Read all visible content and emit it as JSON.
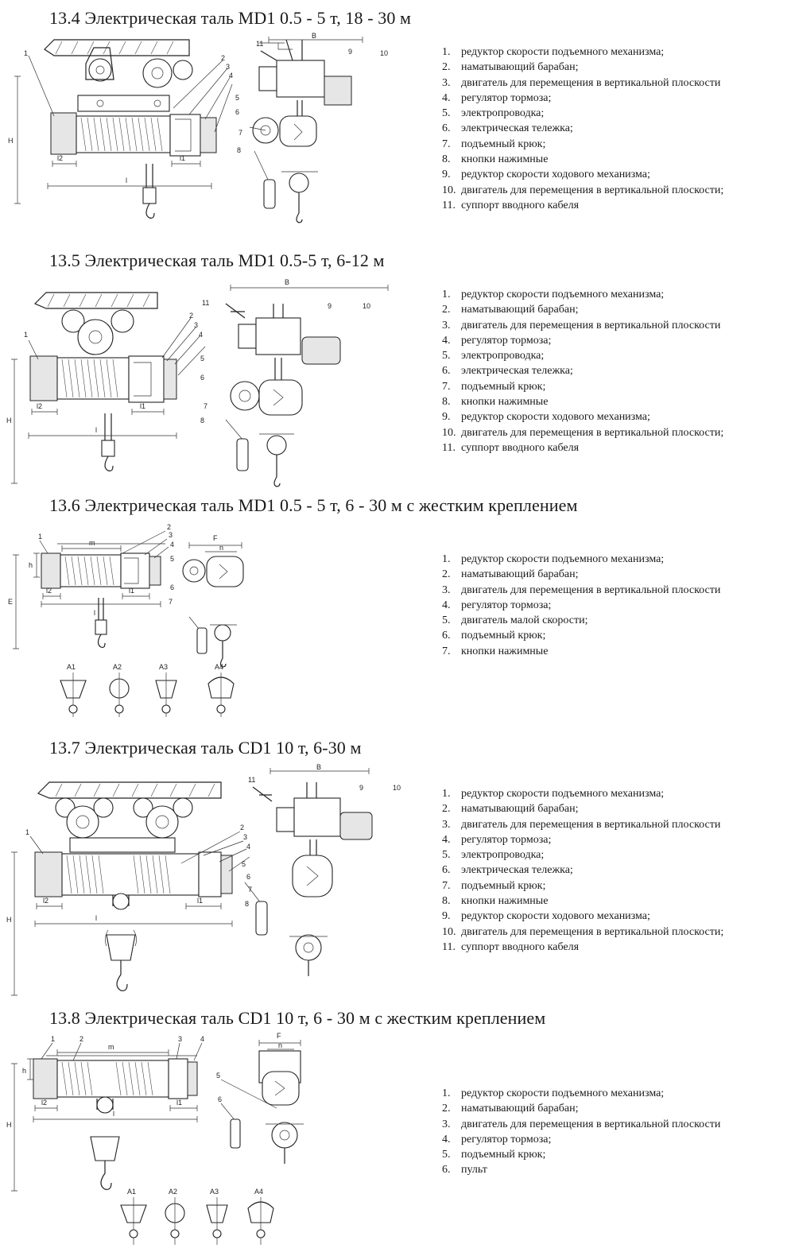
{
  "sections": [
    {
      "heading": "13.4 Электрическая таль MD1 0.5 - 5 т, 18 - 30 м",
      "legend": [
        {
          "n": "1.",
          "text": "редуктор скорости подъемного механизма;"
        },
        {
          "n": "2.",
          "text": "наматывающий барабан;"
        },
        {
          "n": "3.",
          "text": "двигатель для перемещения в вертикальной плоскости"
        },
        {
          "n": "4.",
          "text": "регулятор тормоза;"
        },
        {
          "n": "5.",
          "text": "электропроводка;"
        },
        {
          "n": "6.",
          "text": "электрическая тележка;"
        },
        {
          "n": "7.",
          "text": "подъемный крюк;"
        },
        {
          "n": "8.",
          "text": "кнопки нажимные"
        },
        {
          "n": "9.",
          "text": "редуктор скорости ходового механизма;"
        },
        {
          "n": "10.",
          "text": "двигатель для перемещения в вертикальной плоскости;"
        },
        {
          "n": "11.",
          "text": "суппорт вводного кабеля"
        }
      ],
      "labels": {
        "numbers": [
          "1",
          "2",
          "3",
          "4",
          "5",
          "6",
          "7",
          "8",
          "9",
          "10",
          "11"
        ],
        "dims": [
          "H",
          "l",
          "l2",
          "l1",
          "B"
        ]
      }
    },
    {
      "heading": "13.5 Электрическая таль MD1 0.5-5 т, 6-12 м",
      "legend": [
        {
          "n": "1.",
          "text": "редуктор скорости подъемного механизма;"
        },
        {
          "n": "2.",
          "text": "наматывающий барабан;"
        },
        {
          "n": "3.",
          "text": "двигатель для перемещения в вертикальной плоскости"
        },
        {
          "n": "4.",
          "text": "регулятор тормоза;"
        },
        {
          "n": "5.",
          "text": "электропроводка;"
        },
        {
          "n": "6.",
          "text": "электрическая тележка;"
        },
        {
          "n": "7.",
          "text": "подъемный крюк;"
        },
        {
          "n": "8.",
          "text": "кнопки нажимные"
        },
        {
          "n": "9.",
          "text": "редуктор скорости ходового механизма;"
        },
        {
          "n": "10.",
          "text": "двигатель для перемещения в вертикальной плоскости;"
        },
        {
          "n": "11.",
          "text": "суппорт вводного кабеля"
        }
      ],
      "labels": {
        "numbers": [
          "1",
          "2",
          "3",
          "4",
          "5",
          "6",
          "7",
          "8",
          "9",
          "10",
          "11"
        ],
        "dims": [
          "H",
          "l",
          "l2",
          "l1",
          "B"
        ]
      }
    },
    {
      "heading": "13.6 Электрическая таль MD1 0.5 - 5 т, 6 - 30 м с жестким креплением",
      "legend": [
        {
          "n": "1.",
          "text": "редуктор скорости подъемного механизма;"
        },
        {
          "n": "2.",
          "text": "наматывающий барабан;"
        },
        {
          "n": "3.",
          "text": "двигатель для перемещения в вертикальной плоскости"
        },
        {
          "n": "4.",
          "text": "регулятор тормоза;"
        },
        {
          "n": "5.",
          "text": "двигатель малой скорости;"
        },
        {
          "n": "6.",
          "text": "подъемный крюк;"
        },
        {
          "n": "7.",
          "text": "кнопки нажимные"
        }
      ],
      "labels": {
        "numbers": [
          "1",
          "2",
          "3",
          "4",
          "5",
          "6",
          "7"
        ],
        "dims": [
          "E",
          "h",
          "m",
          "l",
          "l2",
          "l1",
          "F",
          "n"
        ],
        "mounts": [
          "A1",
          "A2",
          "A3",
          "A4"
        ]
      }
    },
    {
      "heading": "13.7 Электрическая таль CD1  10 т, 6-30 м",
      "legend": [
        {
          "n": "1.",
          "text": "редуктор скорости подъемного механизма;"
        },
        {
          "n": "2.",
          "text": "наматывающий барабан;"
        },
        {
          "n": "3.",
          "text": "двигатель для перемещения в вертикальной плоскости"
        },
        {
          "n": "4.",
          "text": "регулятор тормоза;"
        },
        {
          "n": "5.",
          "text": "электропроводка;"
        },
        {
          "n": "6.",
          "text": "электрическая тележка;"
        },
        {
          "n": "7.",
          "text": "подъемный крюк;"
        },
        {
          "n": "8.",
          "text": "кнопки нажимные"
        },
        {
          "n": "9.",
          "text": "редуктор скорости ходового механизма;"
        },
        {
          "n": "10.",
          "text": "двигатель для перемещения в вертикальной плоскости;"
        },
        {
          "n": "11.",
          "text": "суппорт вводного кабеля"
        }
      ],
      "labels": {
        "numbers": [
          "1",
          "2",
          "3",
          "4",
          "5",
          "6",
          "7",
          "8",
          "9",
          "10",
          "11"
        ],
        "dims": [
          "H",
          "l",
          "l2",
          "l1",
          "B"
        ]
      }
    },
    {
      "heading": "13.8 Электрическая таль CD1 10 т, 6 - 30 м с жестким креплением",
      "legend": [
        {
          "n": "1.",
          "text": "редуктор скорости подъемного механизма;"
        },
        {
          "n": "2.",
          "text": "наматывающий барабан;"
        },
        {
          "n": "3.",
          "text": "двигатель для перемещения в вертикальной плоскости"
        },
        {
          "n": "4.",
          "text": "регулятор тормоза;"
        },
        {
          "n": "5.",
          "text": "подъемный крюк;"
        },
        {
          "n": "6.",
          "text": "пульт"
        }
      ],
      "labels": {
        "numbers": [
          "1",
          "2",
          "3",
          "4",
          "5",
          "6"
        ],
        "dims": [
          "H",
          "h",
          "m",
          "l",
          "l2",
          "l1",
          "F",
          "n"
        ],
        "mounts": [
          "A1",
          "A2",
          "A3",
          "A4"
        ]
      }
    }
  ]
}
